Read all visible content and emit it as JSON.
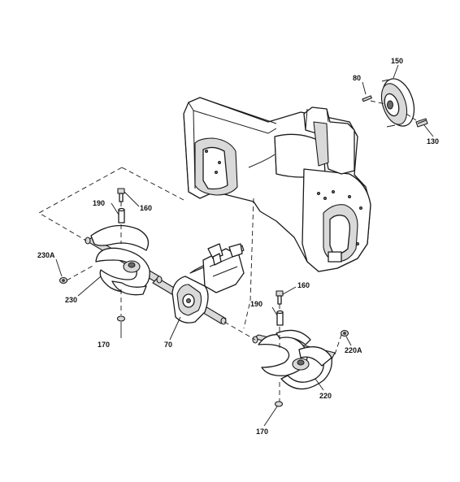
{
  "diagram": {
    "type": "exploded-parts-diagram",
    "callouts": [
      {
        "id": "c150",
        "label": "150"
      },
      {
        "id": "c80",
        "label": "80"
      },
      {
        "id": "c130",
        "label": "130"
      },
      {
        "id": "c190a",
        "label": "190"
      },
      {
        "id": "c160a",
        "label": "160"
      },
      {
        "id": "c230a",
        "label": "230A"
      },
      {
        "id": "c230",
        "label": "230"
      },
      {
        "id": "c170a",
        "label": "170"
      },
      {
        "id": "c70",
        "label": "70"
      },
      {
        "id": "c160b",
        "label": "160"
      },
      {
        "id": "c190b",
        "label": "190"
      },
      {
        "id": "c220a",
        "label": "220A"
      },
      {
        "id": "c220",
        "label": "220"
      },
      {
        "id": "c170b",
        "label": "170"
      }
    ]
  }
}
